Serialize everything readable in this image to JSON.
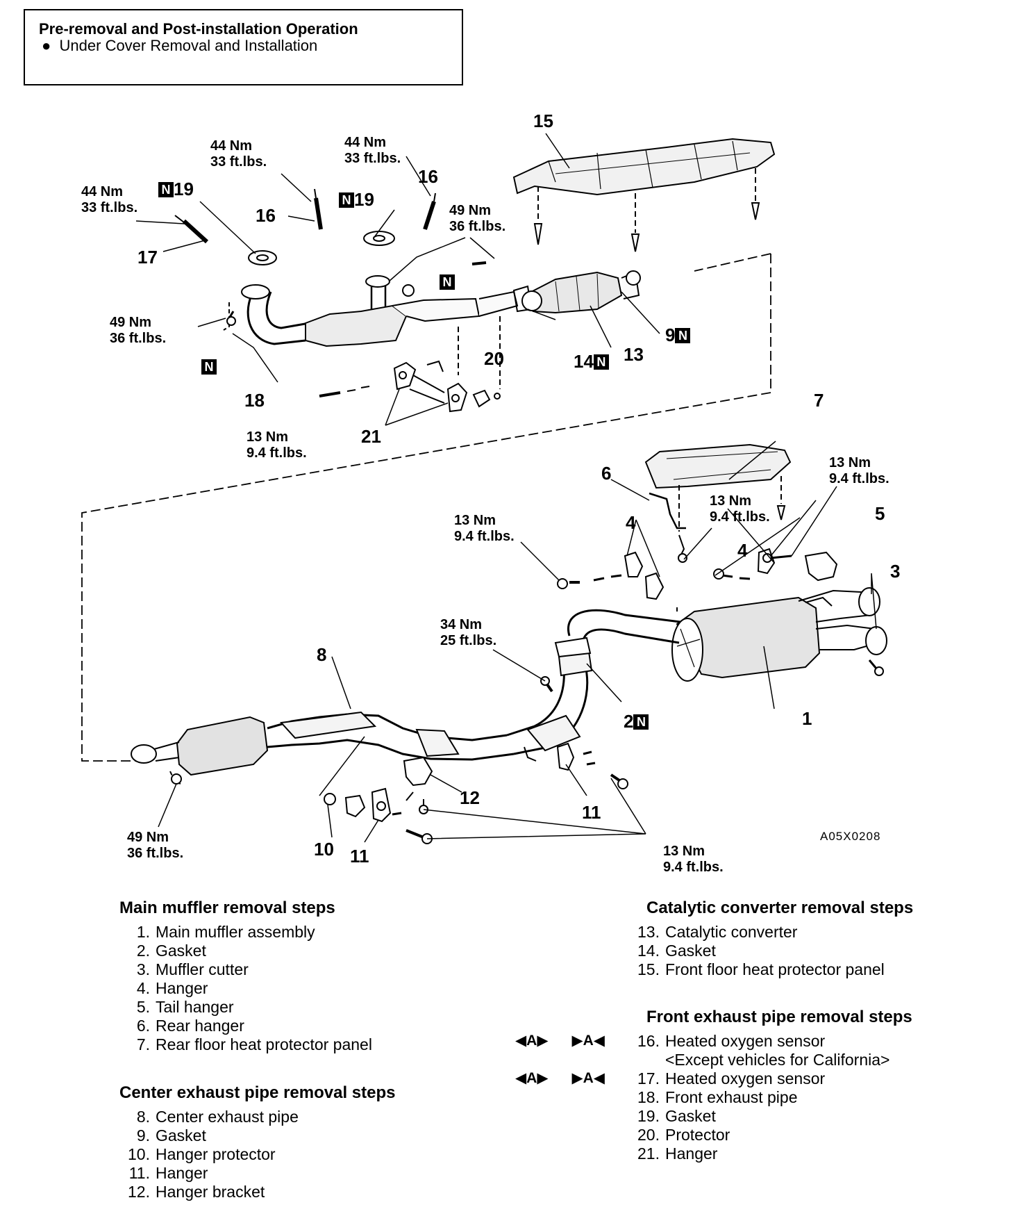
{
  "pre": {
    "title": "Pre-removal and Post-installation Operation",
    "bullet": "●",
    "item": "Under Cover Removal and Installation"
  },
  "code": "A05X0208",
  "badge": "N",
  "parts": {
    "p1": "1",
    "p2": "2",
    "p3": "3",
    "p4a": "4",
    "p4b": "4",
    "p5": "5",
    "p6": "6",
    "p7": "7",
    "p8": "8",
    "p9": "9",
    "p10": "10",
    "p11a": "11",
    "p11b": "11",
    "p12": "12",
    "p13": "13",
    "p14": "14",
    "p15": "15",
    "p16a": "16",
    "p16b": "16",
    "p17": "17",
    "p18": "18",
    "p19a": "19",
    "p19b": "19",
    "p20": "20",
    "p21": "21"
  },
  "torque": {
    "t44a": [
      "44 Nm",
      "33 ft.lbs."
    ],
    "t44b": [
      "44 Nm",
      "33 ft.lbs."
    ],
    "t44c": [
      "44 Nm",
      "33 ft.lbs."
    ],
    "t49a": [
      "49 Nm",
      "36 ft.lbs."
    ],
    "t49b": [
      "49 Nm",
      "36 ft.lbs."
    ],
    "t49c": [
      "49 Nm",
      "36 ft.lbs."
    ],
    "t13a": [
      "13 Nm",
      "9.4 ft.lbs."
    ],
    "t13b": [
      "13 Nm",
      "9.4 ft.lbs."
    ],
    "t13c": [
      "13 Nm",
      "9.4 ft.lbs."
    ],
    "t13d": [
      "13 Nm",
      "9.4 ft.lbs."
    ],
    "t13e": [
      "13 Nm",
      "9.4 ft.lbs."
    ],
    "t34": [
      "34 Nm",
      "25 ft.lbs."
    ]
  },
  "main_muffler": {
    "title": "Main muffler removal steps",
    "items": [
      {
        "n": "1.",
        "t": "Main muffler assembly"
      },
      {
        "n": "2.",
        "t": "Gasket"
      },
      {
        "n": "3.",
        "t": "Muffler cutter"
      },
      {
        "n": "4.",
        "t": "Hanger"
      },
      {
        "n": "5.",
        "t": "Tail hanger"
      },
      {
        "n": "6.",
        "t": "Rear hanger"
      },
      {
        "n": "7.",
        "t": "Rear floor heat protector panel"
      }
    ]
  },
  "center_pipe": {
    "title": "Center exhaust pipe removal steps",
    "items": [
      {
        "n": "8.",
        "t": "Center exhaust pipe"
      },
      {
        "n": "9.",
        "t": "Gasket"
      },
      {
        "n": "10.",
        "t": "Hanger protector"
      },
      {
        "n": "11.",
        "t": "Hanger"
      },
      {
        "n": "12.",
        "t": "Hanger bracket"
      }
    ]
  },
  "catalytic": {
    "title": "Catalytic converter removal steps",
    "items": [
      {
        "n": "13.",
        "t": "Catalytic converter"
      },
      {
        "n": "14.",
        "t": "Gasket"
      },
      {
        "n": "15.",
        "t": "Front floor heat protector panel"
      }
    ]
  },
  "front_pipe": {
    "title": "Front exhaust pipe removal steps",
    "items": [
      {
        "n": "16.",
        "t": "Heated oxygen sensor"
      },
      {
        "n": "",
        "t": "<Except vehicles for California>"
      },
      {
        "n": "17.",
        "t": "Heated oxygen sensor"
      },
      {
        "n": "18.",
        "t": "Front exhaust pipe"
      },
      {
        "n": "19.",
        "t": "Gasket"
      },
      {
        "n": "20.",
        "t": "Protector"
      },
      {
        "n": "21.",
        "t": "Hanger"
      }
    ]
  },
  "symbols": {
    "removal": "◀A▶",
    "install": "▶A◀"
  }
}
